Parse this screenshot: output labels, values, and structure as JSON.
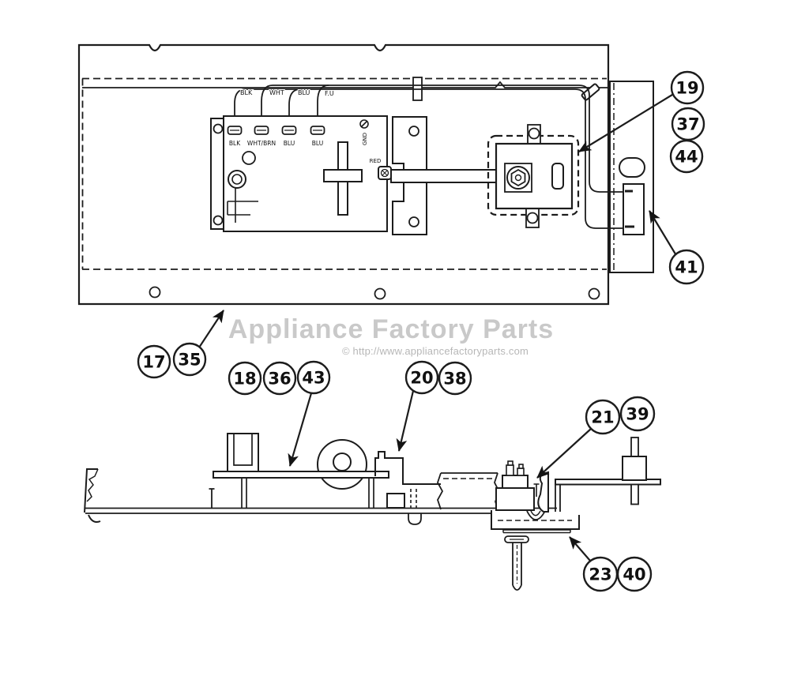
{
  "watermark": {
    "title": "Appliance Factory Parts",
    "url": "© http://www.appliancefactoryparts.com"
  },
  "labels": {
    "wire_top": [
      "BLK",
      "WHT",
      "BLU",
      "F.U"
    ],
    "terminals": [
      "BLK",
      "WHT/BRN",
      "BLU",
      "BLU"
    ],
    "gnd": "GND",
    "red": "RED"
  },
  "callouts": {
    "c17": "17",
    "c35": "35",
    "c18": "18",
    "c36": "36",
    "c43": "43",
    "c20": "20",
    "c38": "38",
    "c21": "21",
    "c39": "39",
    "c23": "23",
    "c40": "40",
    "c19": "19",
    "c37": "37",
    "c44": "44",
    "c41": "41"
  },
  "colors": {
    "line": "#1c1c1c",
    "watermark_title": "#c9c9c9",
    "watermark_url": "#b7b7b7",
    "background": "#ffffff"
  }
}
